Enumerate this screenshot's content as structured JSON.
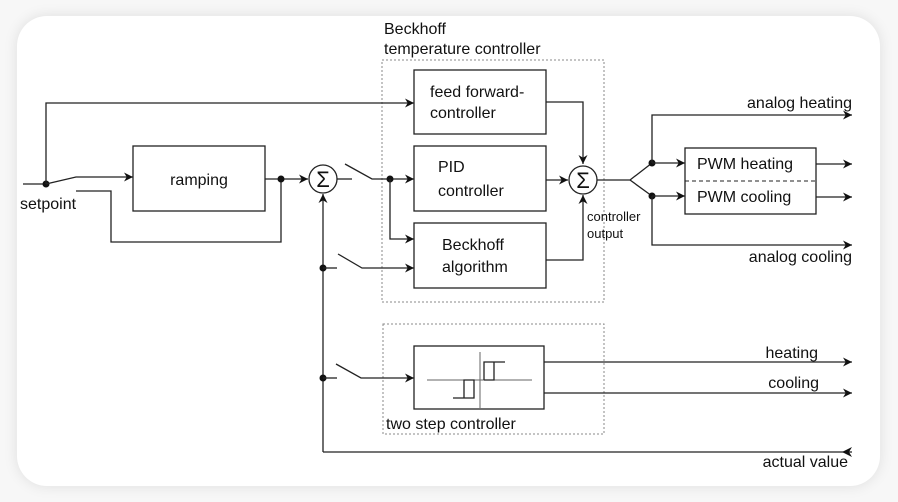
{
  "diagram": {
    "type": "block-diagram",
    "title": "Beckhoff temperature controller structure",
    "group_main": {
      "label_line1": "Beckhoff",
      "label_line2": "temperature controller"
    },
    "group_two_step": {
      "label": "two step controller"
    },
    "blocks": {
      "ramping": "ramping",
      "feed_forward_line1": "feed forward-",
      "feed_forward_line2": "controller",
      "pid_line1": "PID",
      "pid_line2": "controller",
      "beckhoff_line1": "Beckhoff",
      "beckhoff_line2": "algorithm",
      "pwm_heating": "PWM heating",
      "pwm_cooling": "PWM cooling"
    },
    "sum_symbol": "Σ",
    "labels": {
      "setpoint": "setpoint",
      "controller_output_line1": "controller",
      "controller_output_line2": "output",
      "analog_heating": "analog heating",
      "analog_cooling": "analog cooling",
      "heating": "heating",
      "cooling": "cooling",
      "actual_value": "actual value"
    }
  }
}
